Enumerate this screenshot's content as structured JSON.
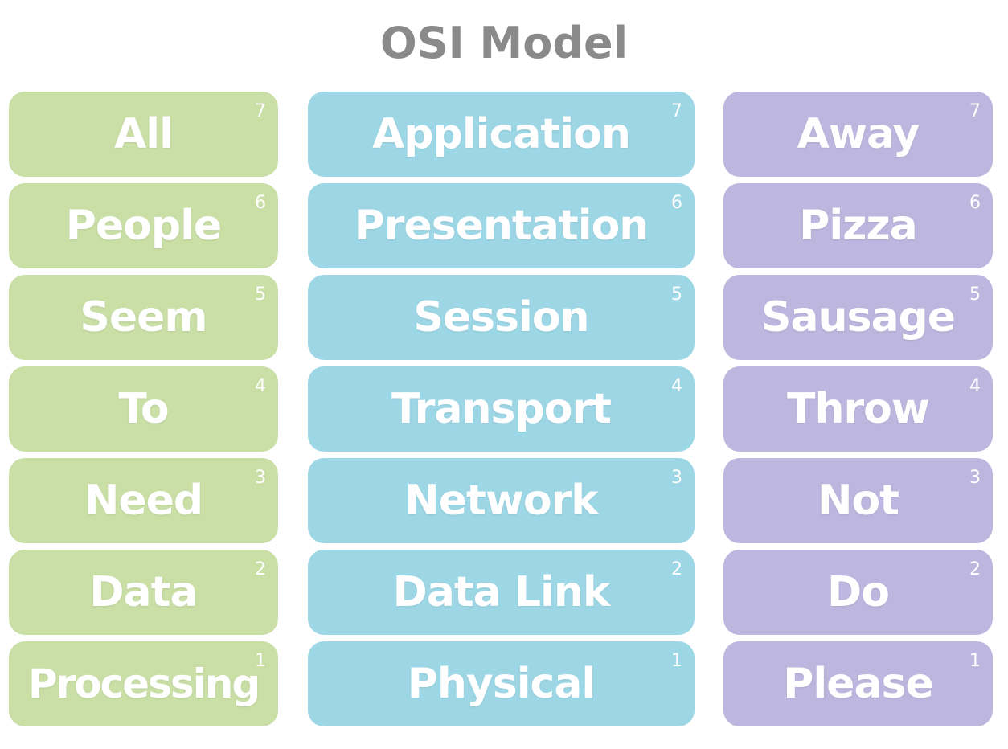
{
  "title": "OSI Model",
  "colors": {
    "mnemonic_top": "#c9dfa6",
    "layers": "#9dd7e6",
    "mnemonic_bottom": "#bdb7df",
    "title": "#8a8a8a"
  },
  "columns": {
    "left": [
      {
        "word": "All",
        "num": "7"
      },
      {
        "word": "People",
        "num": "6"
      },
      {
        "word": "Seem",
        "num": "5"
      },
      {
        "word": "To",
        "num": "4"
      },
      {
        "word": "Need",
        "num": "3"
      },
      {
        "word": "Data",
        "num": "2"
      },
      {
        "word": "Processing",
        "num": "1"
      }
    ],
    "middle": [
      {
        "word": "Application",
        "num": "7"
      },
      {
        "word": "Presentation",
        "num": "6"
      },
      {
        "word": "Session",
        "num": "5"
      },
      {
        "word": "Transport",
        "num": "4"
      },
      {
        "word": "Network",
        "num": "3"
      },
      {
        "word": "Data Link",
        "num": "2"
      },
      {
        "word": "Physical",
        "num": "1"
      }
    ],
    "right": [
      {
        "word": "Away",
        "num": "7"
      },
      {
        "word": "Pizza",
        "num": "6"
      },
      {
        "word": "Sausage",
        "num": "5"
      },
      {
        "word": "Throw",
        "num": "4"
      },
      {
        "word": "Not",
        "num": "3"
      },
      {
        "word": "Do",
        "num": "2"
      },
      {
        "word": "Please",
        "num": "1"
      }
    ]
  }
}
